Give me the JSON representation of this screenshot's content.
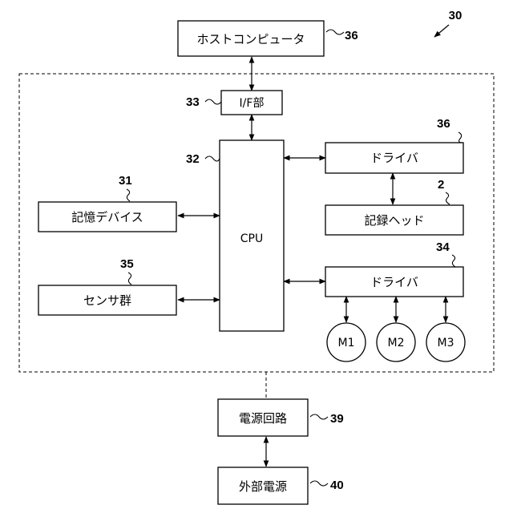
{
  "boxes": {
    "host": "ホストコンピュータ",
    "if": "I/F部",
    "cpu": "CPU",
    "driver1": "ドライバ",
    "head": "記録ヘッド",
    "memory": "記憶デバイス",
    "sensor": "センサ群",
    "driver2": "ドライバ",
    "power": "電源回路",
    "external": "外部電源"
  },
  "motors": [
    "M1",
    "M2",
    "M3"
  ],
  "refs": {
    "system": "30",
    "host": "36",
    "if": "33",
    "cpu": "32",
    "driver1": "36",
    "head": "2",
    "memory": "31",
    "sensor": "35",
    "driver2": "34",
    "power": "39",
    "external": "40"
  }
}
